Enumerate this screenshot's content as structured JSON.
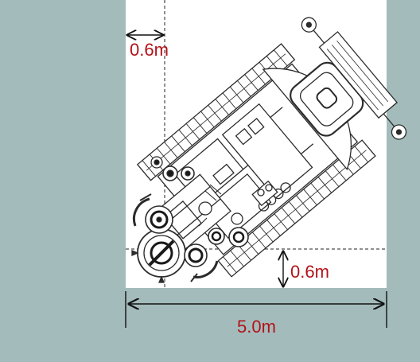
{
  "colors": {
    "wall": "#a3bcbb",
    "floor": "#ffffff",
    "drawing": "#2b2b2b",
    "label": "#b3121a",
    "dimension": "#111111"
  },
  "dimensions": {
    "top_clearance": "0.6m",
    "bottom_clearance": "0.6m",
    "width": "5.0m"
  },
  "icons": {
    "machine": "crawler-machine-top-view-drawing"
  }
}
